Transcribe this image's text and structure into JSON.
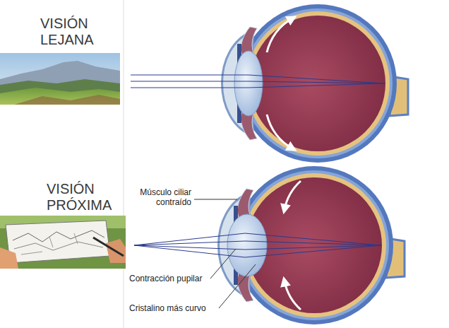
{
  "diagram": {
    "labels": [
      "VISIÓN LEJANA",
      "VISIÓN PRÓXIMA",
      "Músculo ciliar contraído",
      "Contracción pupilar",
      "Cristalino más curvo"
    ]
  }
}
